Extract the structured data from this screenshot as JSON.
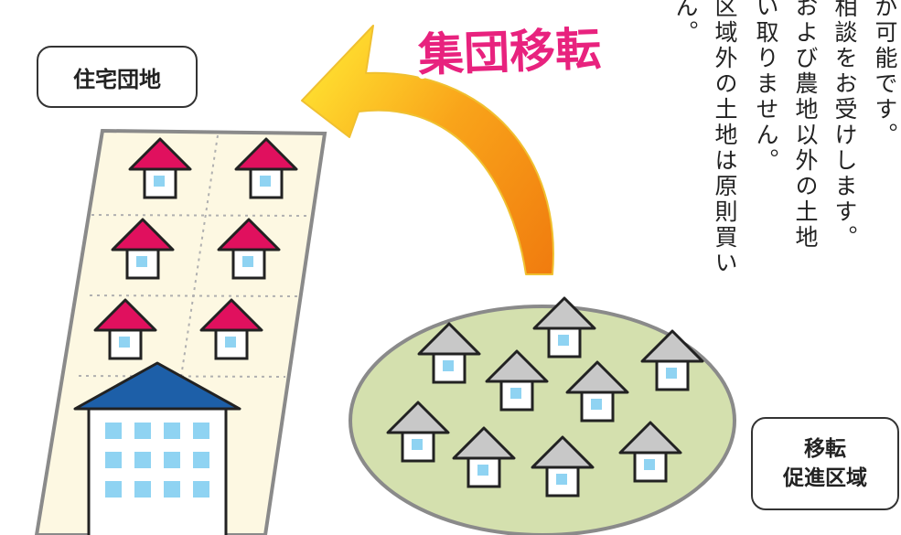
{
  "texts": {
    "col1": "が可能です。",
    "col2": "相談をお受けします。",
    "col3": "および農地以外の土地",
    "col4": "い取りません。",
    "col5": "区域外の土地は原則買い",
    "col6": "ん。"
  },
  "labels": {
    "danchi": "住宅団地",
    "sokushin_line1": "移転",
    "sokushin_line2": "促進区域"
  },
  "arrow_label": "集団移転",
  "colors": {
    "new_roof": "#e0105e",
    "old_roof": "#c8c8c8",
    "apartment_roof": "#1d5fa8",
    "window": "#8fd3f2",
    "district_fill": "#d4e0ae",
    "land_fill": "#fdf8e2",
    "arrow_start": "#f07a0e",
    "arrow_end": "#ffe030",
    "arrow_text": "#e8227e"
  }
}
